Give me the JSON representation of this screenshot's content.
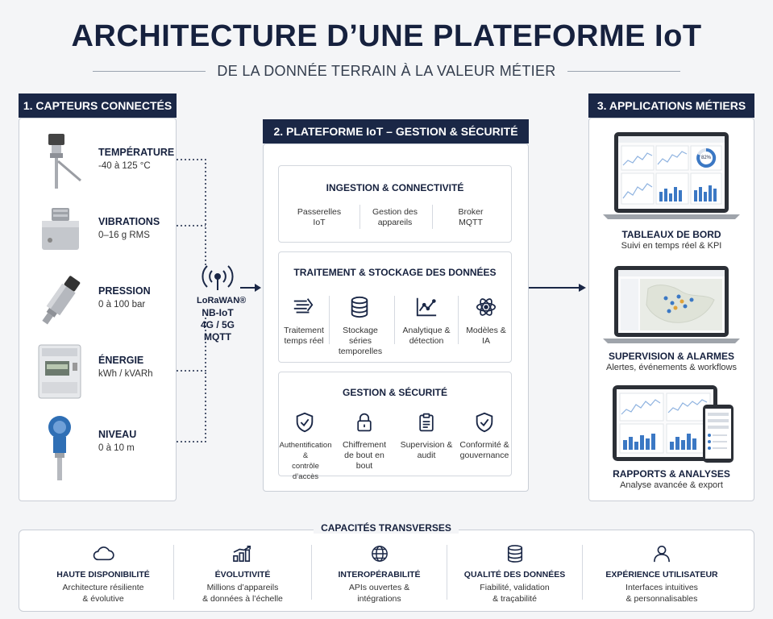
{
  "header": {
    "title": "ARCHITECTURE D’UNE PLATEFORME IoT",
    "subtitle": "DE LA DONNÉE TERRAIN À LA VALEUR MÉTIER"
  },
  "sensors_panel": {
    "title": "1. CAPTEURS CONNECTÉS",
    "items": [
      {
        "name": "TEMPÉRATURE",
        "range": "-40 à 125 °C"
      },
      {
        "name": "VIBRATIONS",
        "range": "0–16 g RMS"
      },
      {
        "name": "PRESSION",
        "range": "0 à 100 bar"
      },
      {
        "name": "ÉNERGIE",
        "range": "kWh / kVARh"
      },
      {
        "name": "NIVEAU",
        "range": "0 à 10 m"
      }
    ]
  },
  "connectivity": {
    "protocols": [
      "LoRaWAN®",
      "NB-IoT",
      "4G / 5G",
      "MQTT"
    ]
  },
  "platform_panel": {
    "title": "2. PLATEFORME IoT – GESTION & SÉCURITÉ",
    "ingestion": {
      "title": "INGESTION & CONNECTIVITÉ",
      "items": [
        {
          "line1": "Passerelles",
          "line2": "IoT"
        },
        {
          "line1": "Gestion des",
          "line2": "appareils"
        },
        {
          "line1": "Broker",
          "line2": "MQTT"
        }
      ]
    },
    "processing": {
      "title": "TRAITEMENT & STOCKAGE DES DONNÉES",
      "items": [
        {
          "icon": "stream-icon",
          "line1": "Traitement",
          "line2": "temps réel"
        },
        {
          "icon": "database-icon",
          "line1": "Stockage",
          "line2": "séries temporelles"
        },
        {
          "icon": "analytics-chart-icon",
          "line1": "Analytique &",
          "line2": "détection"
        },
        {
          "icon": "atom-icon",
          "line1": "Modèles &",
          "line2": "IA"
        }
      ]
    },
    "security": {
      "title": "GESTION & SÉCURITÉ",
      "items": [
        {
          "icon": "shield-check-icon",
          "line1": "Authentification &",
          "line2": "contrôle d’accès"
        },
        {
          "icon": "lock-icon",
          "line1": "Chiffrement",
          "line2": "de bout en bout"
        },
        {
          "icon": "clipboard-icon",
          "line1": "Supervision &",
          "line2": "audit"
        },
        {
          "icon": "shield-check-icon",
          "line1": "Conformité &",
          "line2": "gouvernance"
        }
      ]
    }
  },
  "apps_panel": {
    "title": "3. APPLICATIONS MÉTIERS",
    "dashboard_gauge": "82%",
    "items": [
      {
        "name": "TABLEAUX DE BORD",
        "desc": "Suivi en temps réel & KPI"
      },
      {
        "name": "SUPERVISION & ALARMES",
        "desc": "Alertes, événements & workflows"
      },
      {
        "name": "RAPPORTS & ANALYSES",
        "desc": "Analyse avancée & export"
      }
    ]
  },
  "capabilities": {
    "title": "CAPACITÉS TRANSVERSES",
    "items": [
      {
        "icon": "cloud-icon",
        "name": "HAUTE DISPONIBILITÉ",
        "line1": "Architecture résiliente",
        "line2": "& évolutive"
      },
      {
        "icon": "growth-chart-icon",
        "name": "ÉVOLUTIVITÉ",
        "line1": "Millions d’appareils",
        "line2": "& données à l’échelle"
      },
      {
        "icon": "globe-icon",
        "name": "INTEROPÉRABILITÉ",
        "line1": "APIs ouvertes &",
        "line2": "intégrations"
      },
      {
        "icon": "database-icon",
        "name": "QUALITÉ DES DONNÉES",
        "line1": "Fiabilité, validation",
        "line2": "& traçabilité"
      },
      {
        "icon": "user-icon",
        "name": "EXPÉRIENCE UTILISATEUR",
        "line1": "Interfaces intuitives",
        "line2": "& personnalisables"
      }
    ]
  },
  "colors": {
    "navy": "#1a2746",
    "accent_blue": "#3b78c4",
    "light_blue": "#8fb3e0"
  }
}
